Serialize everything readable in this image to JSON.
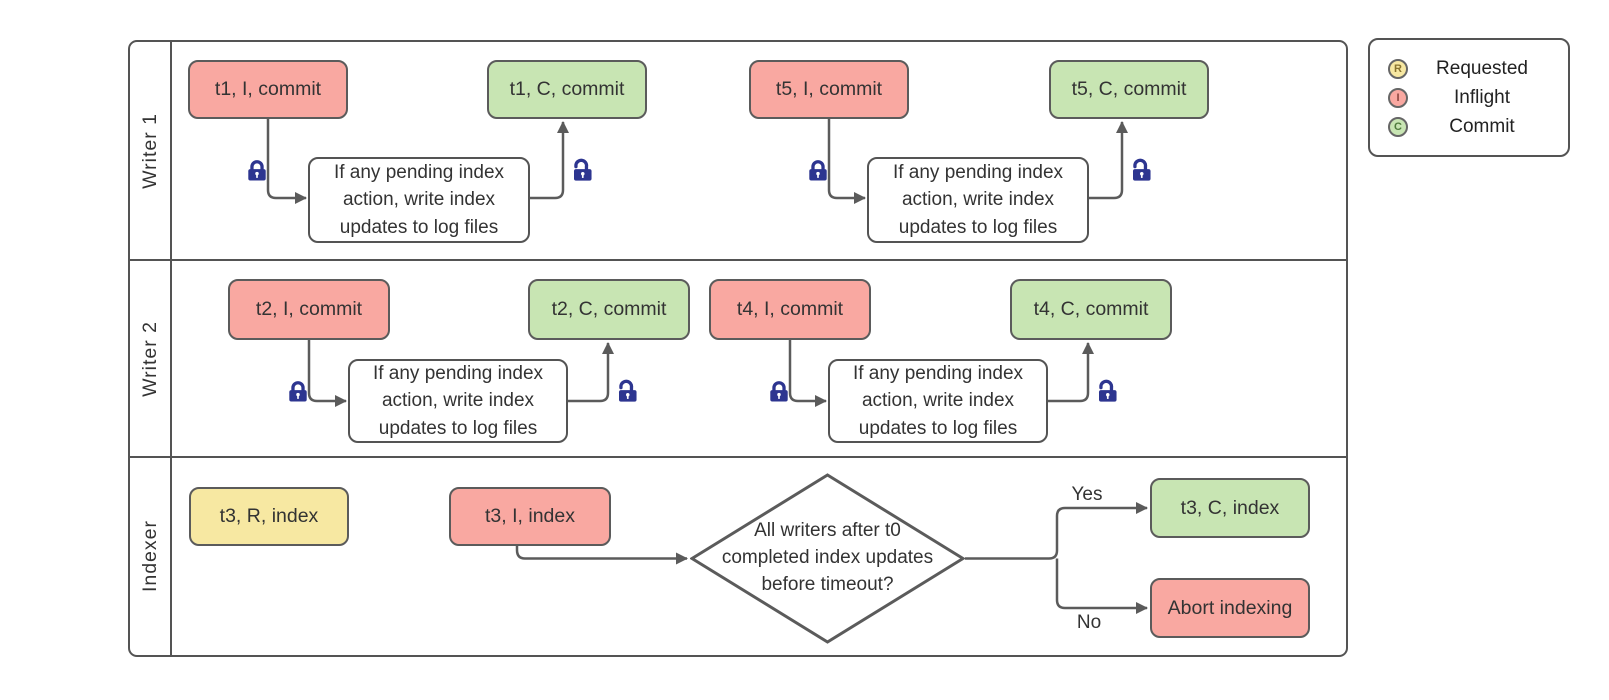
{
  "lanes": [
    {
      "label": "Writer 1"
    },
    {
      "label": "Writer 2"
    },
    {
      "label": "Indexer"
    }
  ],
  "nodes": {
    "t1_inflight": {
      "label": "t1, I, commit"
    },
    "t1_commit": {
      "label": "t1, C, commit"
    },
    "t5_inflight": {
      "label": "t5, I, commit"
    },
    "t5_commit": {
      "label": "t5, C, commit"
    },
    "t2_inflight": {
      "label": "t2, I, commit"
    },
    "t2_commit": {
      "label": "t2, C, commit"
    },
    "t4_inflight": {
      "label": "t4, I, commit"
    },
    "t4_commit": {
      "label": "t4, C, commit"
    },
    "t3_requested": {
      "label": "t3, R, index"
    },
    "t3_inflight": {
      "label": "t3, I, index"
    },
    "t3_commit": {
      "label": "t3, C, index"
    },
    "abort": {
      "label": "Abort indexing"
    }
  },
  "process": {
    "label": "If any pending index action, write index updates to log files"
  },
  "decision": {
    "question": "All writers after t0 completed index updates before timeout?",
    "yes_label": "Yes",
    "no_label": "No"
  },
  "legend": {
    "items": [
      {
        "letter": "R",
        "label": "Requested"
      },
      {
        "letter": "I",
        "label": "Inflight"
      },
      {
        "letter": "C",
        "label": "Commit"
      }
    ]
  },
  "colors": {
    "requested_fill": "#F7E8A2",
    "inflight_fill": "#F9A8A1",
    "commit_fill": "#C8E5B3",
    "lock": "#2D3590",
    "line": "#5B5B5B",
    "border": "#545454"
  }
}
